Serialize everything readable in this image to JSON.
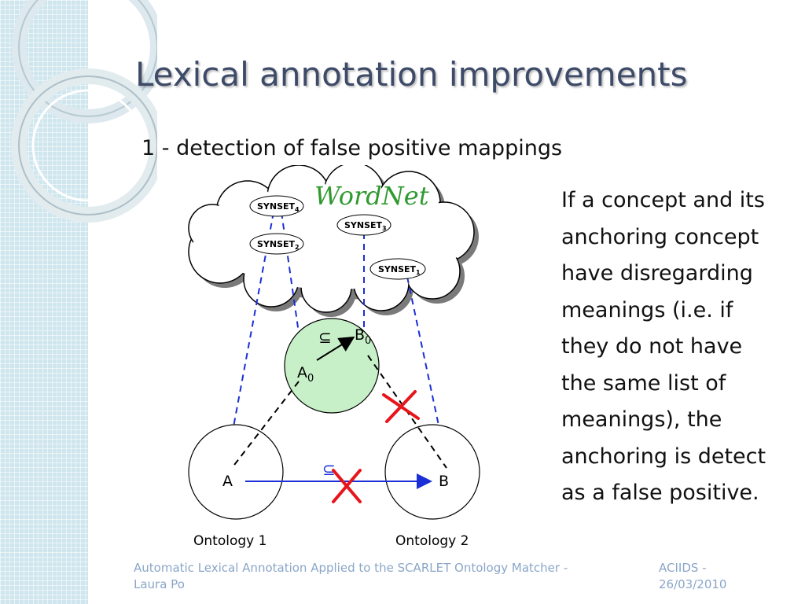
{
  "slide": {
    "title": "Lexical annotation improvements",
    "subtitle": "1 - detection of false positive mappings"
  },
  "diagram": {
    "wordnet_logo": "WordNet",
    "synsets": [
      {
        "base": "SYNSET",
        "sub": "4"
      },
      {
        "base": "SYNSET",
        "sub": "3"
      },
      {
        "base": "SYNSET",
        "sub": "2"
      },
      {
        "base": "SYNSET",
        "sub": "1"
      }
    ],
    "node_a0": {
      "base": "A",
      "sub": "0"
    },
    "node_b0": {
      "base": "B",
      "sub": "0"
    },
    "node_a": "A",
    "node_b": "B",
    "subset_symbol": "⊆",
    "ontology1_label": "Ontology 1",
    "ontology2_label": "Ontology 2",
    "colors": {
      "dashed_blue": "#1a2fd6",
      "cross_red": "#e8141b",
      "green_circle": "#c8f0c8",
      "arrow_blue": "#1a2fd6"
    }
  },
  "body_text": {
    "lines": [
      "If a concept and its",
      "anchoring concept",
      "have disregarding",
      "meanings (i.e. if",
      "they do not have",
      "the same list of",
      "meanings), the",
      "anchoring is detect",
      "as a false positive."
    ]
  },
  "footer": {
    "left_line1": "Automatic Lexical Annotation Applied to the SCARLET Ontology Matcher -",
    "left_line2": "Laura Po",
    "right_line1": "ACIIDS -",
    "right_line2": "26/03/2010"
  }
}
